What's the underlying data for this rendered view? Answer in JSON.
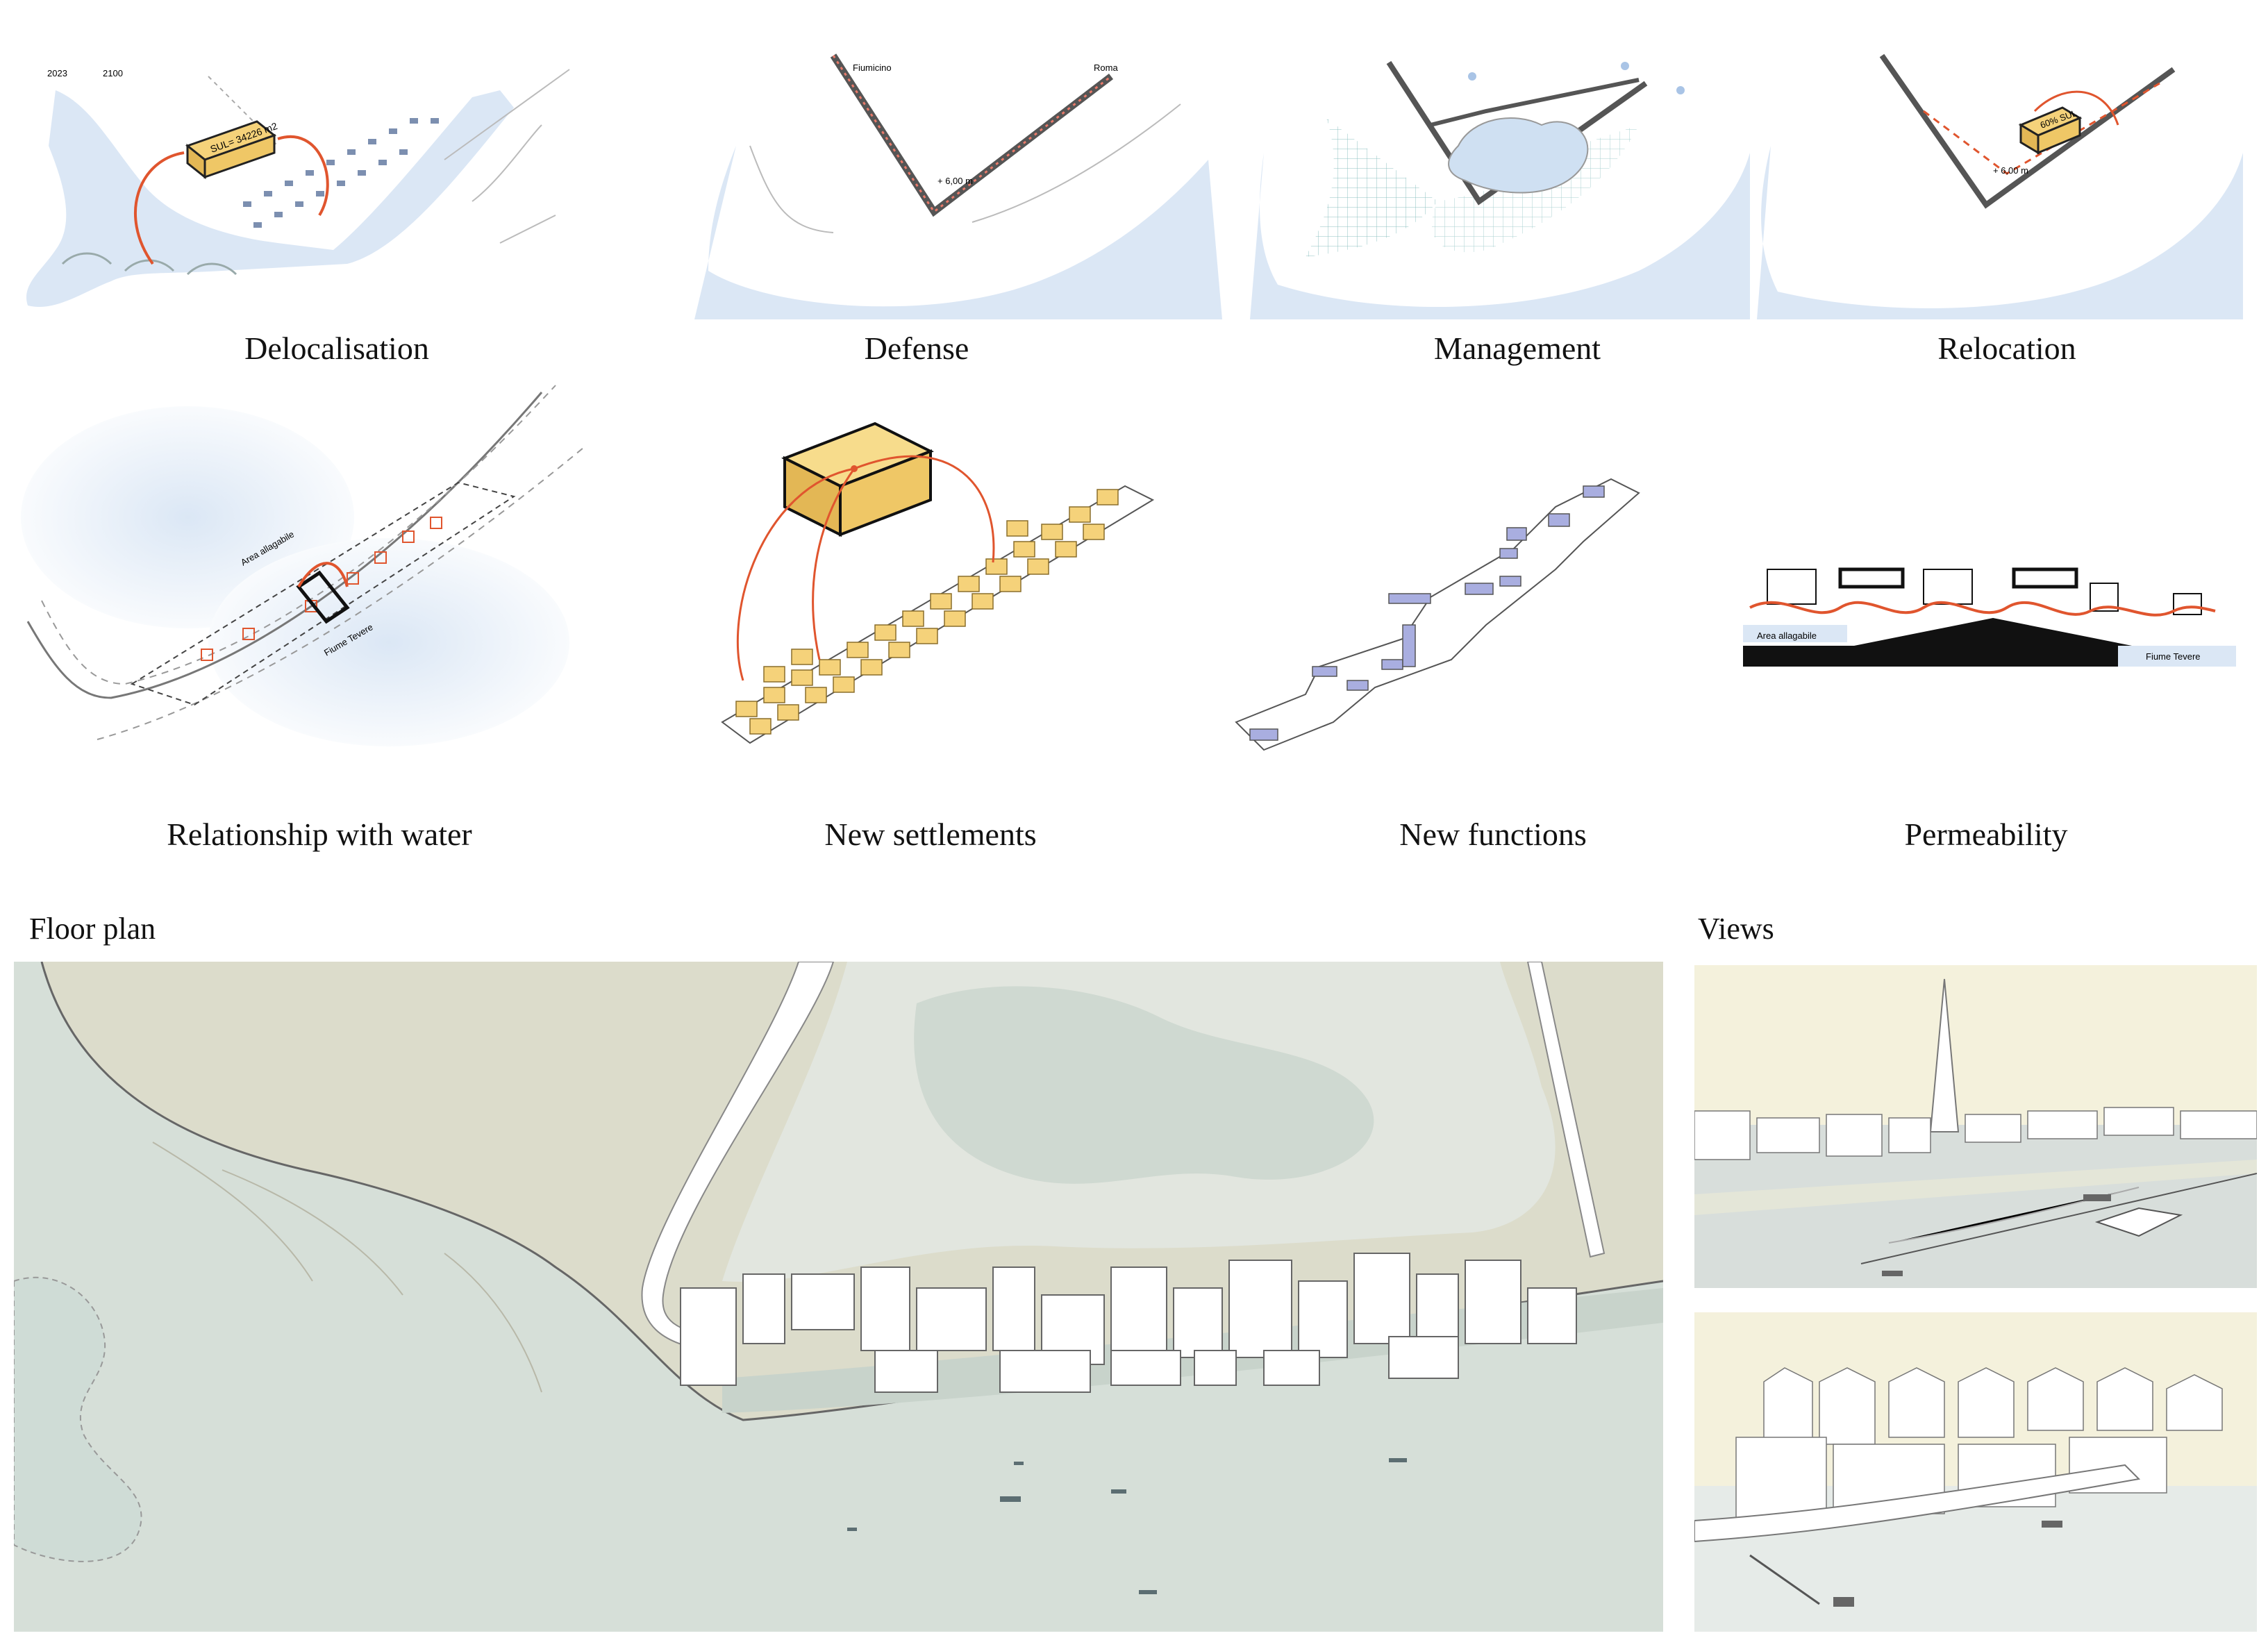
{
  "strategies": [
    {
      "caption": "Delocalisation",
      "year_a": "2023",
      "year_b": "2100",
      "box_label": "SUL= 34226 m2"
    },
    {
      "caption": "Defense",
      "label_a": "Fiumicino",
      "label_b": "Roma",
      "height_label": "+ 6,00 m"
    },
    {
      "caption": "Management"
    },
    {
      "caption": "Relocation",
      "height_label": "+ 6,00 m",
      "box_label": "60% SUL"
    },
    {
      "caption": "Relationship with water",
      "area_label": "Area allagabile",
      "river_label": "Fiume Tevere"
    },
    {
      "caption": "New settlements"
    },
    {
      "caption": "New functions"
    },
    {
      "caption": "Permeability",
      "area_label": "Area allagabile",
      "river_label": "Fiume Tevere"
    }
  ],
  "floor_plan": {
    "title": "Floor plan"
  },
  "views": {
    "title": "Views"
  },
  "colors": {
    "water": "#dbe7f5",
    "box": "#f5d27a",
    "arrow": "#e0552e",
    "function": "#a9aee0",
    "plan_land": "#dcdccb",
    "plan_water": "#d6dfd8"
  }
}
